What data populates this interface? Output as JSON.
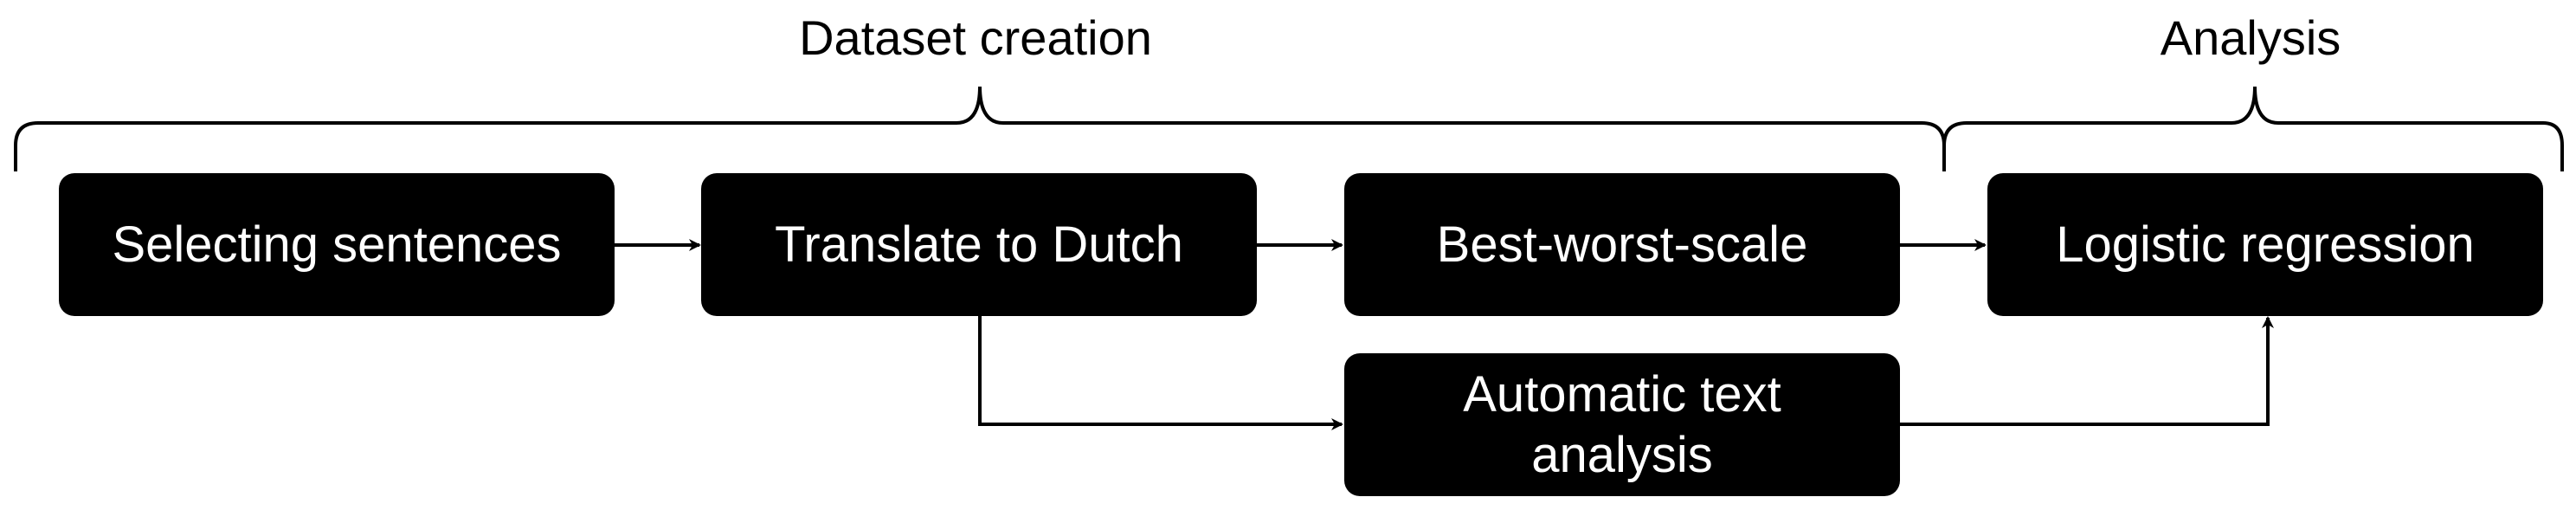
{
  "brackets": {
    "dataset_creation": "Dataset creation",
    "analysis": "Analysis"
  },
  "steps": {
    "selecting_sentences": "Selecting sentences",
    "translate_to_dutch": "Translate to Dutch",
    "best_worst_scale": "Best-worst-scale",
    "logistic_regression": "Logistic regression",
    "automatic_text_analysis": "Automatic text analysis"
  },
  "colors": {
    "box_fill": "#000000",
    "box_text": "#ffffff",
    "line": "#000000",
    "background": "#ffffff"
  }
}
